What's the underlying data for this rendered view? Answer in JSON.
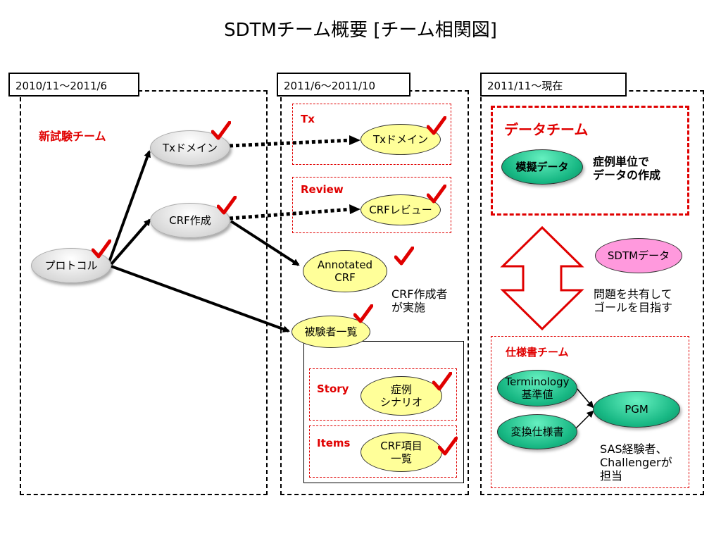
{
  "title": "SDTMチーム概要 [チーム相関図]",
  "phases": [
    {
      "label": "2010/11～2011/6"
    },
    {
      "label": "2011/6～2011/10"
    },
    {
      "label": "2011/11～現在"
    }
  ],
  "phase1": {
    "team_label": "新試験チーム",
    "protocol": "プロトコル",
    "tx_domain": "Txドメイン",
    "crf_create": "CRF作成"
  },
  "phase2": {
    "tx_label": "Tx",
    "tx_domain": "Txドメイン",
    "review_label": "Review",
    "crf_review": "CRFレビュー",
    "annotated_crf_line1": "Annotated",
    "annotated_crf_line2": "CRF",
    "note_line1": "CRF作成者",
    "note_line2": "が実施",
    "subject_list": "被験者一覧",
    "story_label": "Story",
    "story_node_line1": "症例",
    "story_node_line2": "シナリオ",
    "items_label": "Items",
    "items_node_line1": "CRF項目",
    "items_node_line2": "一覧"
  },
  "phase3": {
    "data_team_label": "データチーム",
    "mock_data": "模擬データ",
    "mock_note_line1": "症例単位で",
    "mock_note_line2": "データの作成",
    "sdtm_data": "SDTMデータ",
    "share_line1": "問題を共有して",
    "share_line2": "ゴールを目指す",
    "spec_team_label": "仕様書チーム",
    "terminology_line1": "Terminology",
    "terminology_line2": "基準値",
    "conversion_spec": "変換仕様書",
    "pgm": "PGM",
    "sas_line1": "SAS経験者、",
    "sas_line2": "Challengerが",
    "sas_line3": "担当"
  },
  "colors": {
    "accent_red": "#e00000",
    "node_yellow": "#ffff99",
    "node_green": "#18b884",
    "node_pink": "#ff99dd"
  }
}
